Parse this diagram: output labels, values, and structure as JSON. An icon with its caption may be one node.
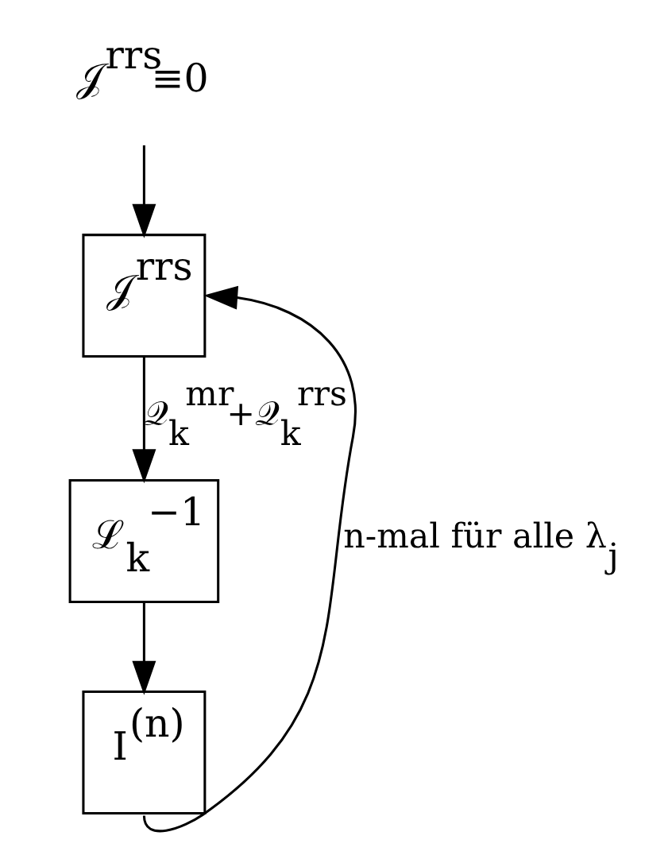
{
  "diagram": {
    "nodes": [
      {
        "text": [
          "𝒥$^{rrs}$≡0"
        ]
      },
      {
        "text": [
          "𝒥$^{rrs}$"
        ]
      },
      {
        "text": [
          "ℒ$_{k}$$^{−1}$"
        ]
      },
      {
        "text": [
          "I$^{(n)}$"
        ]
      }
    ],
    "edges": [
      {
        "from": 0,
        "to": 1,
        "arrow": "to"
      },
      {
        "from": 1,
        "to": 2,
        "arrow": "to",
        "label": "𝒬$_{k}$$^{mr}$+𝒬$_{k}$$^{rrs}$"
      },
      {
        "from": 2,
        "to": 3,
        "arrow": "to"
      },
      {
        "from": 3,
        "to": 1,
        "arrow": "to",
        "label": "n-mal für alle λ$_{j}$"
      }
    ]
  }
}
